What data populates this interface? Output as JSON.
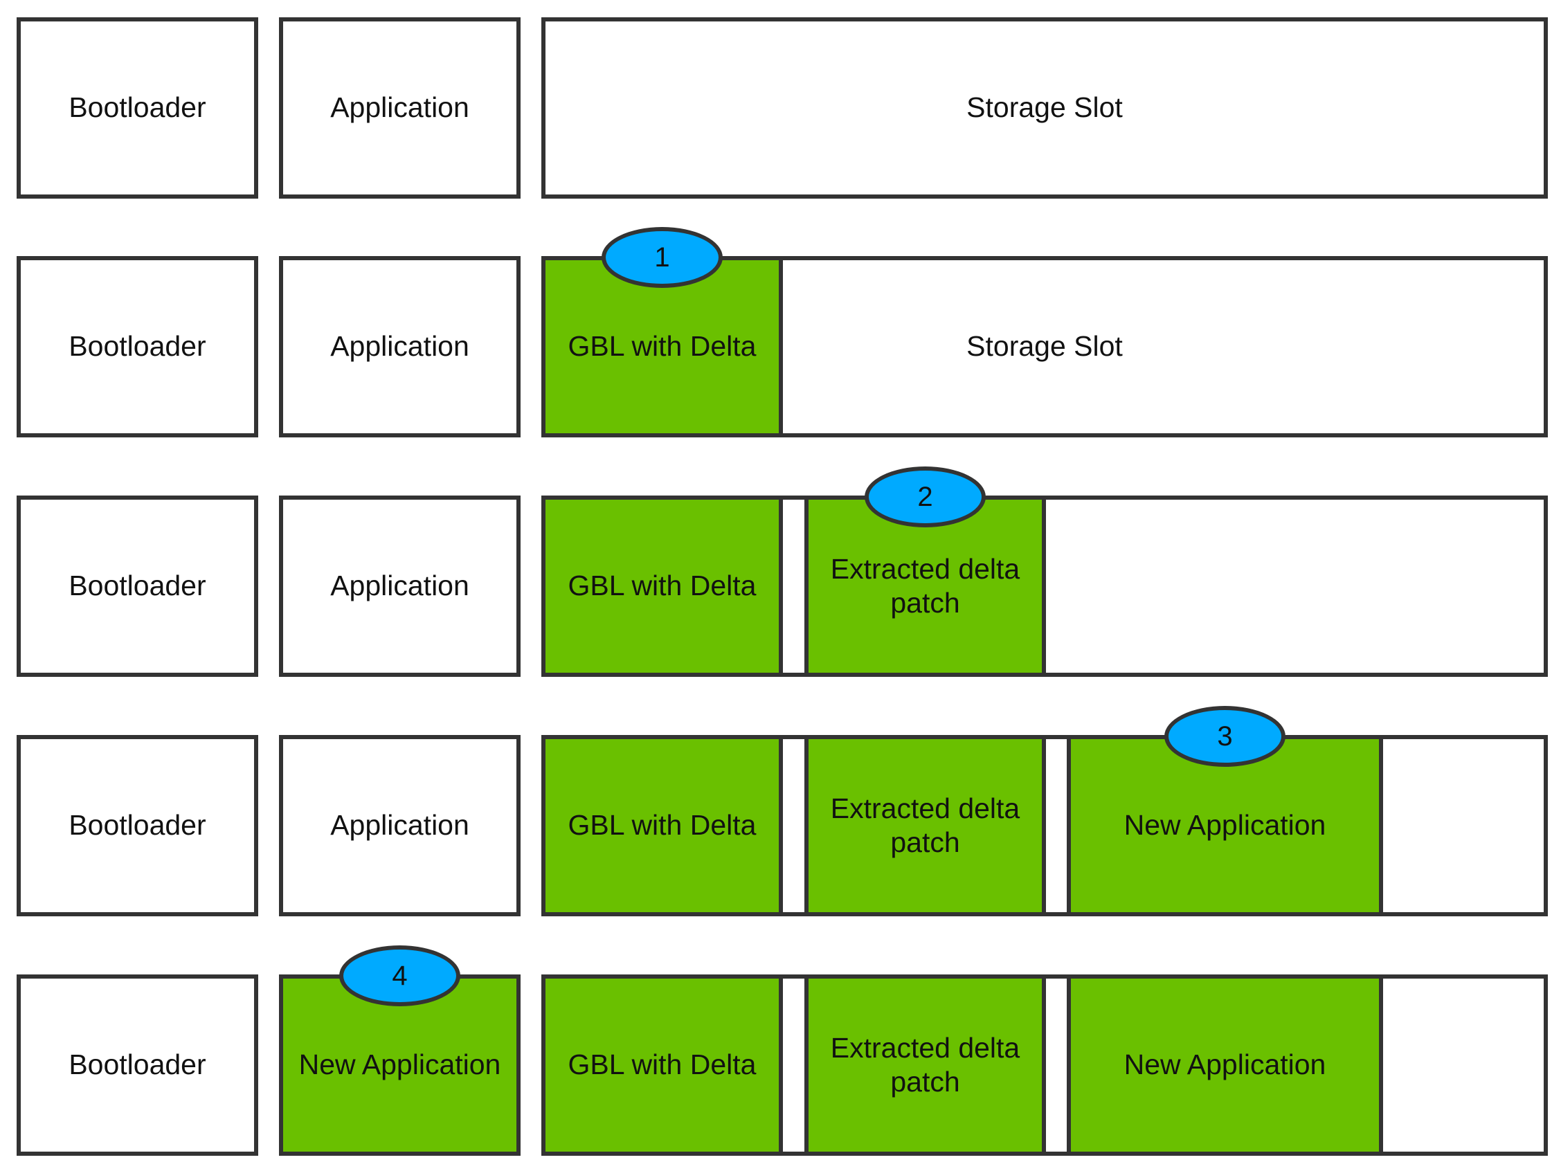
{
  "colors": {
    "border": "#333333",
    "green_fill": "#6ac000",
    "white_fill": "#ffffff",
    "badge_fill": "#00aaff"
  },
  "rows": [
    {
      "blocks": [
        {
          "label": "Bootloader",
          "fill": "white"
        },
        {
          "label": "Application",
          "fill": "white"
        },
        {
          "label": "Storage Slot",
          "fill": "white"
        }
      ]
    },
    {
      "badge": "1",
      "blocks": [
        {
          "label": "Bootloader",
          "fill": "white"
        },
        {
          "label": "Application",
          "fill": "white"
        },
        {
          "label": "Storage Slot",
          "fill": "white"
        },
        {
          "label": "GBL with Delta",
          "fill": "green"
        }
      ]
    },
    {
      "badge": "2",
      "blocks": [
        {
          "label": "Bootloader",
          "fill": "white"
        },
        {
          "label": "Application",
          "fill": "white"
        },
        {
          "label": "",
          "fill": "white"
        },
        {
          "label": "GBL with Delta",
          "fill": "green"
        },
        {
          "label": "Extracted delta patch",
          "fill": "green"
        }
      ]
    },
    {
      "badge": "3",
      "blocks": [
        {
          "label": "Bootloader",
          "fill": "white"
        },
        {
          "label": "Application",
          "fill": "white"
        },
        {
          "label": "",
          "fill": "white"
        },
        {
          "label": "GBL with Delta",
          "fill": "green"
        },
        {
          "label": "Extracted delta patch",
          "fill": "green"
        },
        {
          "label": "New Application",
          "fill": "green"
        }
      ]
    },
    {
      "badge": "4",
      "blocks": [
        {
          "label": "Bootloader",
          "fill": "white"
        },
        {
          "label": "New Application",
          "fill": "green"
        },
        {
          "label": "",
          "fill": "white"
        },
        {
          "label": "GBL with Delta",
          "fill": "green"
        },
        {
          "label": "Extracted delta patch",
          "fill": "green"
        },
        {
          "label": "New Application",
          "fill": "green"
        }
      ]
    }
  ]
}
